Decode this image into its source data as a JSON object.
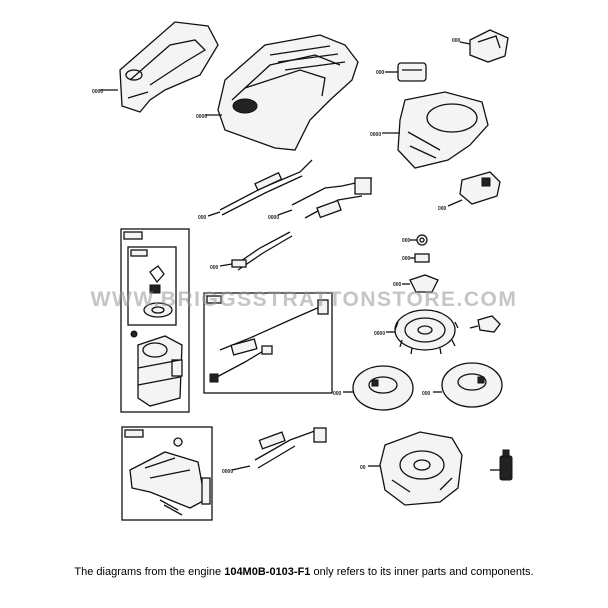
{
  "watermark": "WWW.BRIGGSSTRATTONSTORE.COM",
  "caption": {
    "prefix": "The diagrams from the engine ",
    "engine_model": "104M0B-0103-F1",
    "suffix": " only refers to its inner parts and components."
  }
}
